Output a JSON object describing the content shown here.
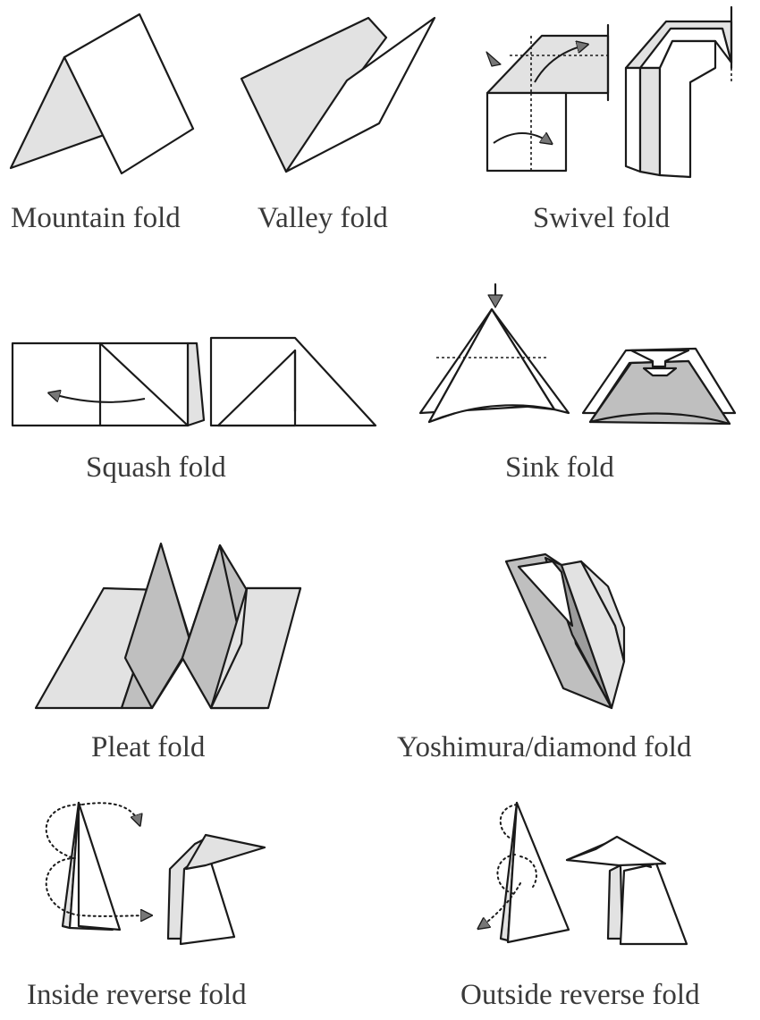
{
  "labels": {
    "mountain": "Mountain fold",
    "valley": "Valley fold",
    "swivel": "Swivel fold",
    "squash": "Squash fold",
    "sink": "Sink fold",
    "pleat": "Pleat fold",
    "yoshimura": "Yoshimura/diamond fold",
    "inside_reverse": "Inside reverse fold",
    "outside_reverse": "Outside reverse fold"
  },
  "colors": {
    "line": "#1a1a1a",
    "light_gray": "#e2e2e2",
    "mid_gray": "#bfbfbf",
    "dark_gray": "#9c9c9c",
    "label_text": "#3a3a3a"
  }
}
